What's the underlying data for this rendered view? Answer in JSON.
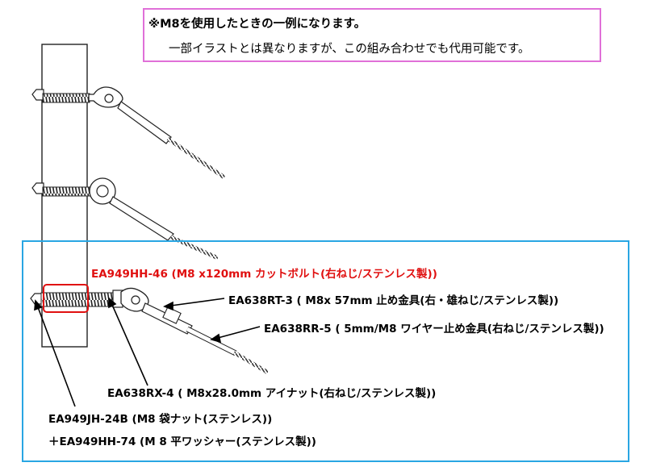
{
  "note": {
    "line1": "※M8を使用したときの一例になります。",
    "line2": "一部イラストとは異なりますが、この組み合わせでも代用可能です。"
  },
  "callouts": {
    "bolt": "EA949HH-46 (M8 x120mm カットボルト(右ねじ/ステンレス製))",
    "rod_end": "EA638RT-3 ( M8x 57mm 止め金具(右・雄ねじ/ステンレス製))",
    "wire_fitting": "EA638RR-5 ( 5mm/M8 ワイヤー止め金具(右ねじ/ステンレス製))",
    "eye_nut": "EA638RX-4 ( M8x28.0mm アイナット(右ねじ/ステンレス製))",
    "cap_nut": "EA949JH-24B (M8 袋ナット(ステンレス))",
    "washer": "＋EA949HH-74 (M 8 平ワッシャー(ステンレス製))"
  },
  "colors": {
    "note_border": "#e070d8",
    "detail_border": "#29a6e3",
    "highlight": "#e01010",
    "line": "#000000"
  }
}
